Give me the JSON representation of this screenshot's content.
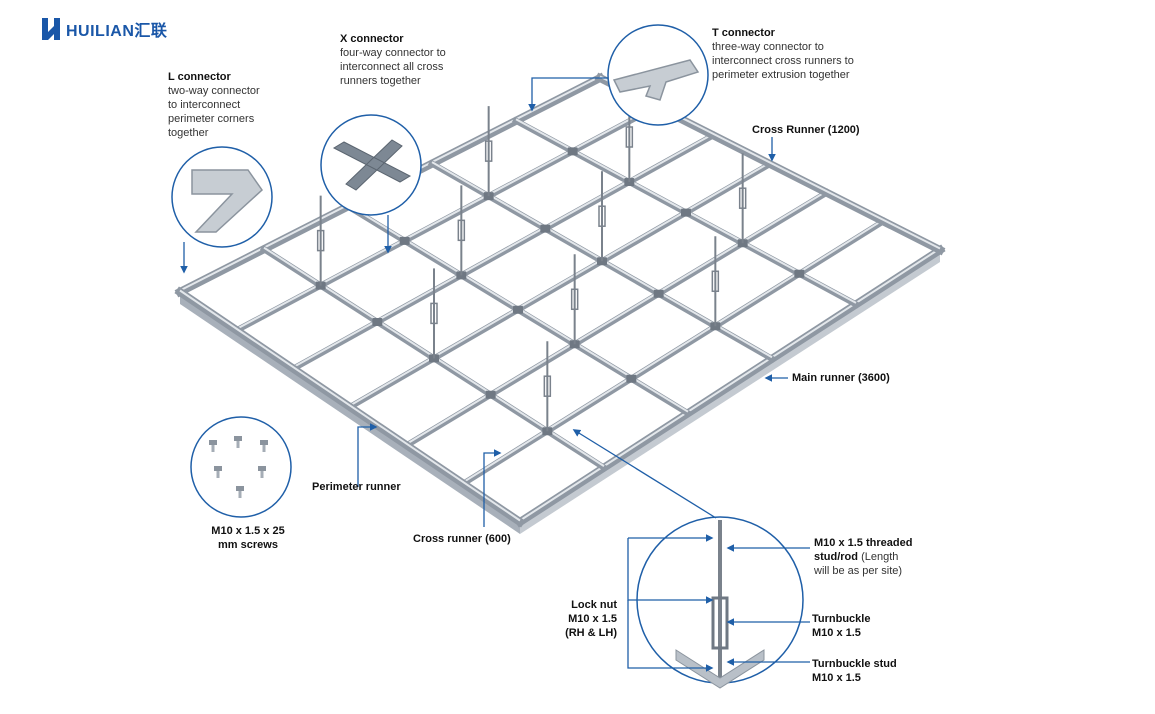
{
  "logo": {
    "text": "HUILIAN汇联",
    "color": "#1a57a8"
  },
  "colors": {
    "accent": "#1f5fa8",
    "frame": "#b9c0c8",
    "frame_dark": "#8f98a3"
  },
  "labels": {
    "l_connector": {
      "title": "L connector",
      "desc": [
        "two-way connector",
        "to interconnect",
        "perimeter corners",
        "together"
      ]
    },
    "x_connector": {
      "title": "X connector",
      "desc": [
        "four-way connector to",
        "interconnect all cross",
        "runners together"
      ]
    },
    "t_connector": {
      "title": "T connector",
      "desc": [
        "three-way connector to",
        "interconnect cross runners to",
        "perimeter extrusion together"
      ]
    },
    "cross_runner_1200": "Cross Runner (1200)",
    "main_runner": "Main runner (3600)",
    "perimeter_runner": "Perimeter runner",
    "cross_runner_600": "Cross runner (600)",
    "screws": [
      "M10 x 1.5 x 25",
      "mm screws"
    ],
    "threaded_stud": {
      "title": "M10 x 1.5 threaded",
      "title2": "stud/rod",
      "desc": "(Length",
      "desc2": "will be as per site)"
    },
    "lock_nut": [
      "Lock nut",
      "M10 x 1.5",
      "(RH & LH)"
    ],
    "turnbuckle": [
      "Turnbuckle",
      "M10 x 1.5"
    ],
    "turnbuckle_stud": [
      "Turnbuckle stud",
      "M10 x 1.5"
    ]
  }
}
